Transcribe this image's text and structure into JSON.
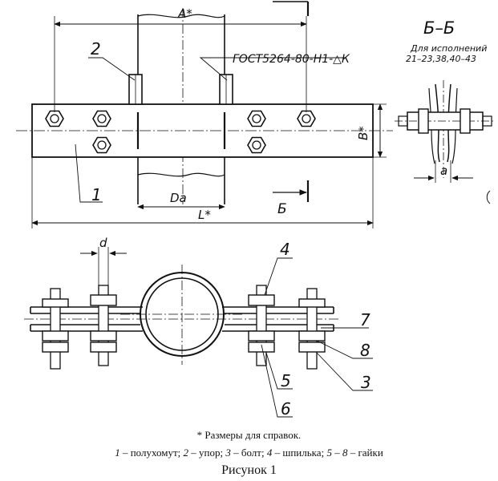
{
  "labels": {
    "dim_a": "A*",
    "dim_b": "B*",
    "dim_da": "Da",
    "dim_l": "L*",
    "dim_d": "d",
    "dim_a_small": "a",
    "section_mark": "Б",
    "section_title": "Б–Б",
    "section_note_line1": "Для исполнений",
    "section_note_line2": "21–23,38,40–43",
    "weld_note": "ГОСТ5264-80-Н1-△К",
    "pos1": "1",
    "pos2": "2",
    "pos3": "3",
    "pos4": "4",
    "pos5": "5",
    "pos6": "6",
    "pos7": "7",
    "pos8": "8"
  },
  "footnote": "* Размеры для справок.",
  "legend": [
    {
      "num": "1",
      "text": " – полухомут; "
    },
    {
      "num": "2",
      "text": " – упор; "
    },
    {
      "num": "3",
      "text": " – болт; "
    },
    {
      "num": "4",
      "text": " – шпилька; "
    },
    {
      "num": "5 – 8",
      "text": " – гайки"
    }
  ],
  "figure_title": "Рисунок 1"
}
